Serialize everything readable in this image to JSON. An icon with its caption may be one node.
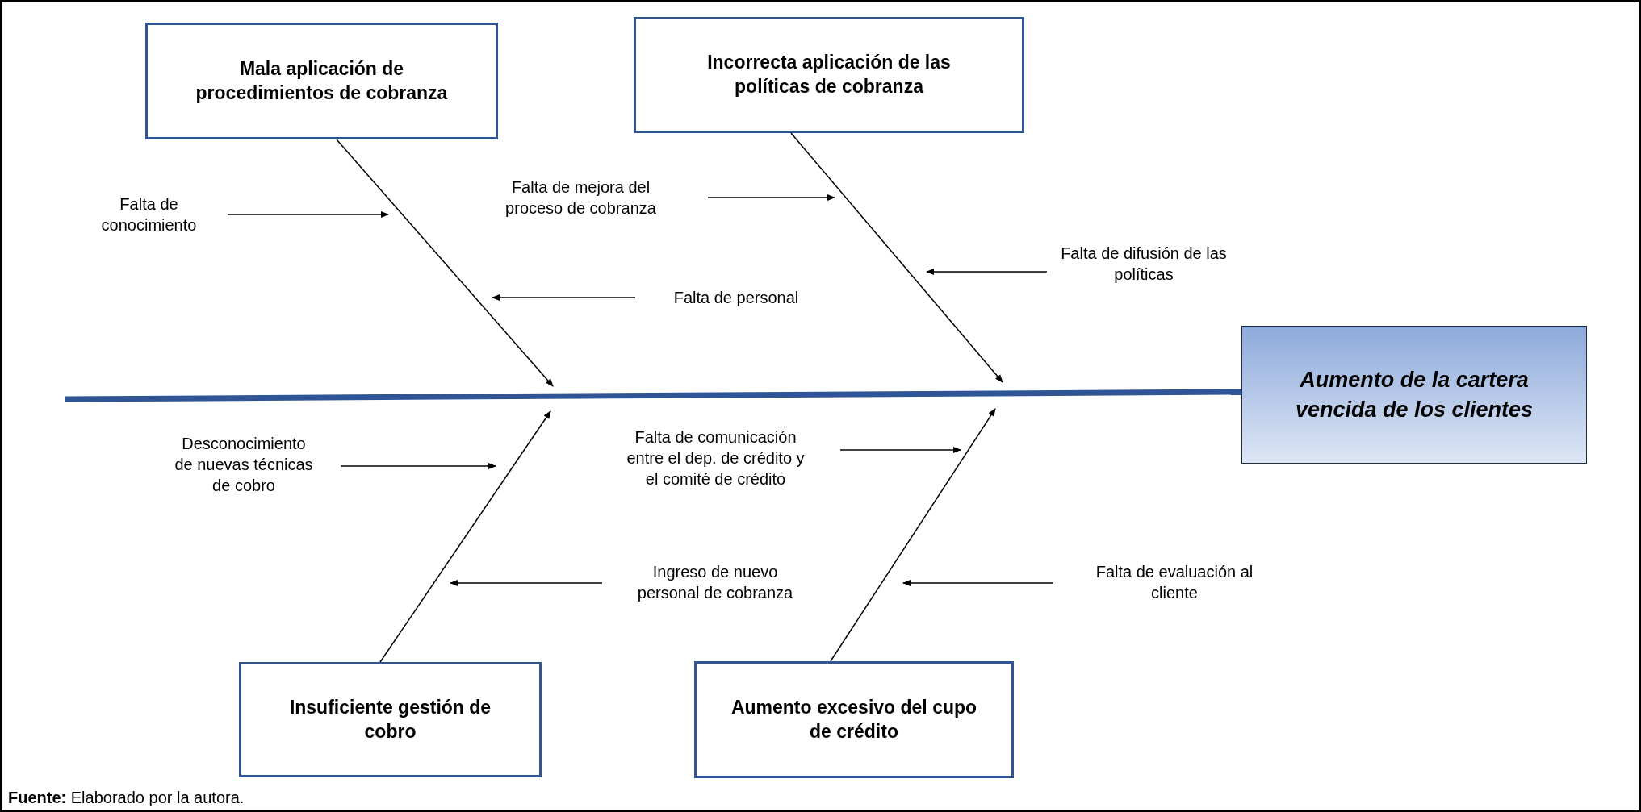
{
  "diagram": {
    "caption": "**Fuente:** Elaborado por la autora.",
    "nodes": [
      {
        "text": [
          "Mala aplicación de procedimientos de cobranza"
        ]
      },
      {
        "text": [
          "Incorrecta aplicación de las políticas de cobranza"
        ]
      },
      {
        "text": [
          "Aumento de la cartera vencida de los clientes"
        ]
      },
      {
        "text": [
          "Insuficiente gestión de cobro"
        ]
      },
      {
        "text": [
          "Aumento excesivo del cupo de crédito"
        ]
      },
      {
        "text": [
          "Falta de conocimiento"
        ]
      },
      {
        "text": [
          "Falta de mejora del proceso de cobranza"
        ]
      },
      {
        "text": [
          "Falta de personal"
        ]
      },
      {
        "text": [
          "Falta de difusión de las políticas"
        ]
      },
      {
        "text": [
          "Desconocimiento de nuevas técnicas de cobro"
        ]
      },
      {
        "text": [
          "Falta de comunicación entre el dep. de crédito y el comité de crédito"
        ]
      },
      {
        "text": [
          "Ingreso de nuevo personal de cobranza"
        ]
      },
      {
        "text": [
          "Falta de evaluación al cliente"
        ]
      }
    ],
    "edges": [
      {
        "from": null,
        "to": 2,
        "arrow": "to",
        "style": "thick",
        "color": "#2f5597"
      },
      {
        "from": 0,
        "to": null,
        "arrow": "to"
      },
      {
        "from": 1,
        "to": null,
        "arrow": "to"
      },
      {
        "from": 3,
        "to": null,
        "arrow": "to"
      },
      {
        "from": 4,
        "to": null,
        "arrow": "to"
      },
      {
        "from": 5,
        "to": null,
        "arrow": "to"
      },
      {
        "from": 6,
        "to": null,
        "arrow": "to"
      },
      {
        "from": 7,
        "to": null,
        "arrow": "to"
      },
      {
        "from": 8,
        "to": null,
        "arrow": "to"
      },
      {
        "from": 9,
        "to": null,
        "arrow": "to"
      },
      {
        "from": 10,
        "to": null,
        "arrow": "to"
      },
      {
        "from": 11,
        "to": null,
        "arrow": "to"
      },
      {
        "from": 12,
        "to": null,
        "arrow": "to"
      }
    ]
  }
}
